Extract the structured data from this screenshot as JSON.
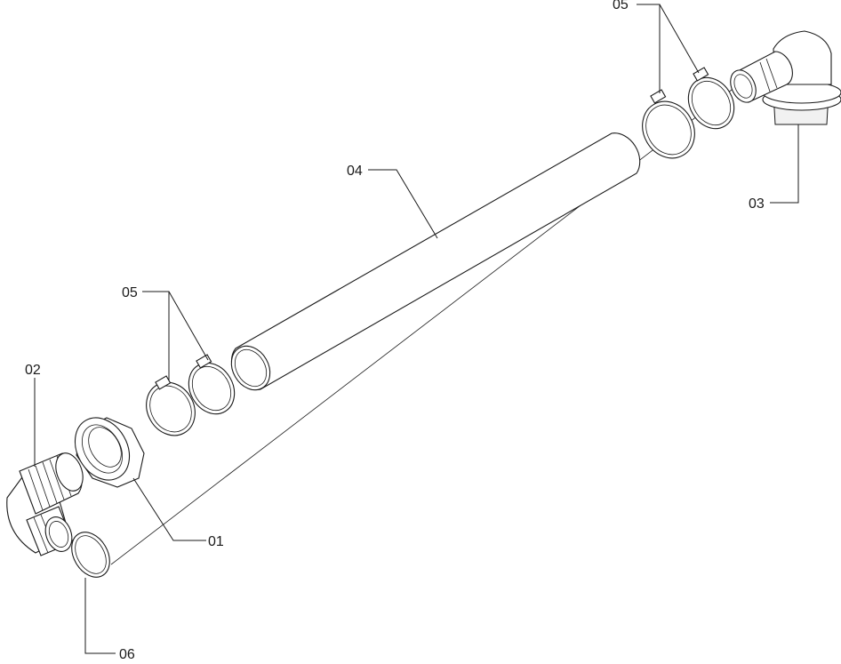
{
  "callouts": {
    "part_01": "01",
    "part_02": "02",
    "part_03": "03",
    "part_04": "04",
    "part_05_top": "05",
    "part_05_left": "05",
    "part_06": "06"
  },
  "colors": {
    "ink": "#1a1a1a",
    "background": "#ffffff",
    "fill": "#f1f1f1"
  }
}
